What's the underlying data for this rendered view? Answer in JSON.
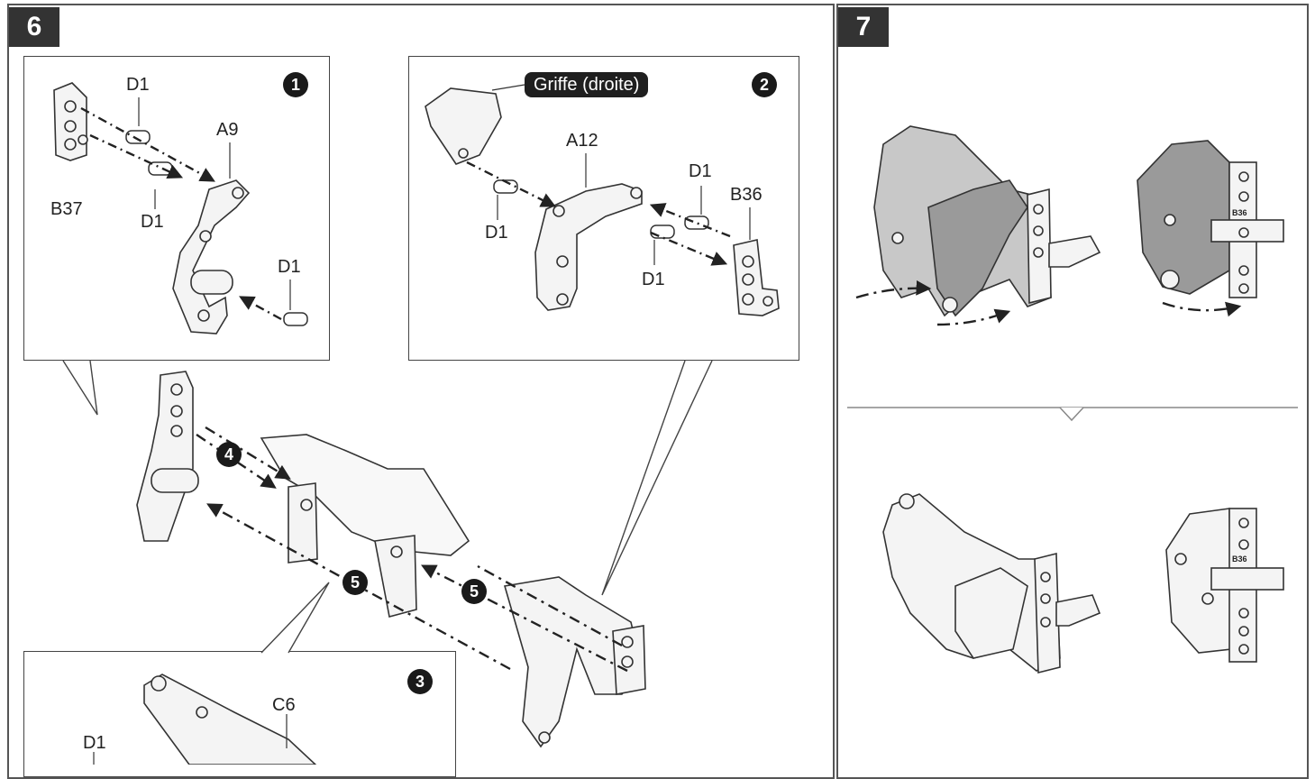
{
  "steps": {
    "six": "6",
    "seven": "7"
  },
  "subs": {
    "one": "1",
    "two": "2",
    "three": "3",
    "four": "4",
    "five_a": "5",
    "five_b": "5"
  },
  "parts": {
    "box1": {
      "d1_top": "D1",
      "a9": "A9",
      "b37": "B37",
      "d1_mid": "D1",
      "d1_right": "D1"
    },
    "box2": {
      "griffe": "Griffe (droite)",
      "a12": "A12",
      "d1_left": "D1",
      "d1_top": "D1",
      "b36": "B36",
      "d1_bottom": "D1"
    },
    "box3": {
      "c6": "C6",
      "d1": "D1"
    },
    "panel7": {
      "b36_top": "B36",
      "b36_bottom": "B36"
    }
  },
  "colors": {
    "ink": "#222222",
    "frame": "#555555",
    "badge": "#333333",
    "part_fill": "#f4f4f4",
    "part_shade": "#9a9a9a"
  }
}
